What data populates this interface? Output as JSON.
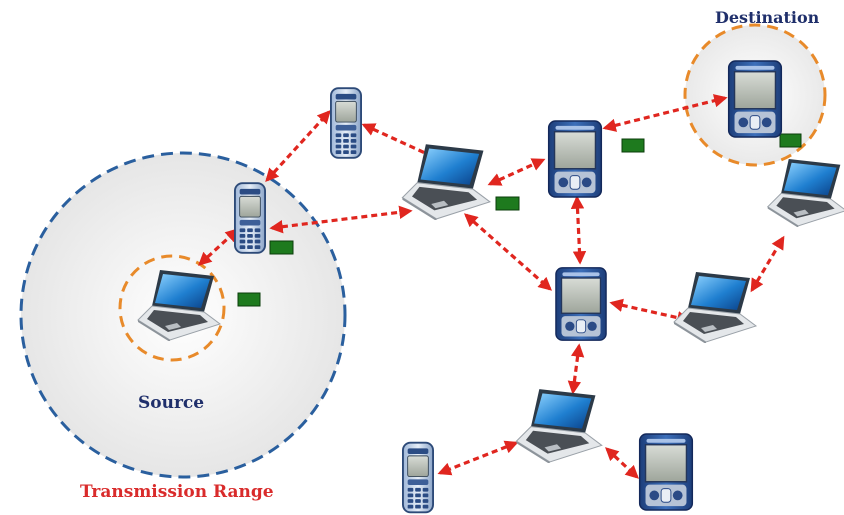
{
  "labels": {
    "destination": "Destination",
    "source": "Source",
    "transmission_range": "Transmission Range"
  },
  "colors": {
    "link": "#e0261f",
    "range_circle": "#2a5f9e",
    "local_circle": "#e88a2a",
    "packet": "#1e7a1e",
    "label_dark": "#1f2f6b",
    "label_red": "#d92b2b"
  },
  "nodes": [
    {
      "id": "source",
      "kind": "laptop",
      "role": "source"
    },
    {
      "id": "phone-a",
      "kind": "cell-phone"
    },
    {
      "id": "phone-b",
      "kind": "cell-phone"
    },
    {
      "id": "laptop-center",
      "kind": "laptop"
    },
    {
      "id": "pda-top",
      "kind": "pda"
    },
    {
      "id": "destination",
      "kind": "pda",
      "role": "destination"
    },
    {
      "id": "laptop-right",
      "kind": "laptop"
    },
    {
      "id": "pda-mid",
      "kind": "pda"
    },
    {
      "id": "laptop-mid-right",
      "kind": "laptop"
    },
    {
      "id": "laptop-bottom",
      "kind": "laptop"
    },
    {
      "id": "phone-bottom",
      "kind": "cell-phone"
    },
    {
      "id": "pda-bottom",
      "kind": "pda"
    }
  ],
  "links": [
    [
      "source",
      "phone-a"
    ],
    [
      "phone-a",
      "phone-b"
    ],
    [
      "phone-a",
      "laptop-center"
    ],
    [
      "phone-b",
      "laptop-center"
    ],
    [
      "laptop-center",
      "pda-top"
    ],
    [
      "pda-top",
      "destination"
    ],
    [
      "pda-top",
      "pda-mid"
    ],
    [
      "laptop-center",
      "pda-mid"
    ],
    [
      "pda-mid",
      "laptop-mid-right"
    ],
    [
      "laptop-mid-right",
      "laptop-right"
    ],
    [
      "pda-mid",
      "laptop-bottom"
    ],
    [
      "laptop-bottom",
      "phone-bottom"
    ],
    [
      "laptop-bottom",
      "pda-bottom"
    ]
  ]
}
